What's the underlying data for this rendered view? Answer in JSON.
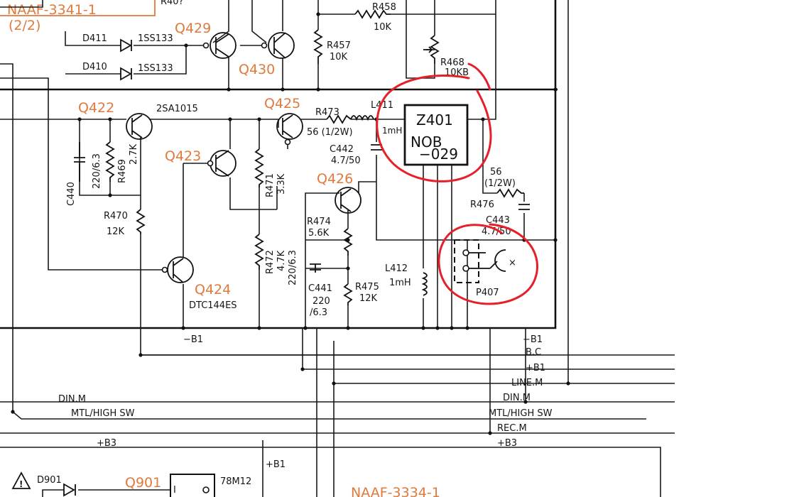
{
  "sheet": {
    "board_top": "NAAF-3341-1",
    "board_top_sub": "(2/2)",
    "board_bottom": "NAAF-3334-1",
    "top_cut": "R40?",
    "colors": {
      "ink": "#111111",
      "ref_orange": "#e07a3c",
      "annotation_red": "#e5202a",
      "paper": "#ffffff"
    }
  },
  "transistors": {
    "q429": "Q429",
    "q430": "Q430",
    "q422": "Q422",
    "q422_type": "2SA1015",
    "q423": "Q423",
    "q424": "Q424",
    "q424_type": "DTC144ES",
    "q425": "Q425",
    "q426": "Q426",
    "q901": "Q901"
  },
  "diodes": {
    "d411": "D411",
    "d411_type": "1SS133",
    "d410": "D410",
    "d410_type": "1SS133",
    "d901": "D901"
  },
  "resistors": {
    "r457": "R457",
    "r457_val": "10K",
    "r458": "R458",
    "r458_val": "10K",
    "r468": "R468",
    "r468_val": "10KB",
    "r469": "R469",
    "r469_val": "2.7K",
    "r470": "R470",
    "r470_val": "12K",
    "r471": "R471",
    "r471_val": "3.3K",
    "r472": "R472",
    "r472_val": "4.7K",
    "r473": "R473",
    "r473_val": "56 (1/2W)",
    "r474": "R474",
    "r474_val": "5.6K",
    "r475": "R475",
    "r475_val": "12K",
    "r476": "R476",
    "r476_val": "56",
    "r476_val2": "(1/2W)"
  },
  "capacitors": {
    "c440": "C440",
    "c440_val": "220/6.3",
    "c441": "C441",
    "c441_val": "220",
    "c441_val2": "/6.3",
    "c442": "C442",
    "c442_val": "4.7/50",
    "c443": "C443",
    "c443_val": "4.7/50",
    "c_unlabeled_val": "220/6.3"
  },
  "inductors": {
    "l411": "L411",
    "l411_val": "1mH",
    "l412": "L412",
    "l412_val": "1mH"
  },
  "module": {
    "ref": "Z401",
    "type": "NOB",
    "type2": "−029"
  },
  "connector": {
    "ref": "P407",
    "mark": "×"
  },
  "regulator": {
    "ref": "78M12",
    "pin": "I"
  },
  "nets": {
    "neg_b1_left": "−B1",
    "neg_b1_right": "−B1",
    "bc": "B.C",
    "pos_b1": "+B1",
    "line_m": "LINE.M",
    "din_m_left": "DIN.M",
    "din_m_right": "DIN.M",
    "mtl_left": "MTL/HIGH SW",
    "mtl_right": "MTL/HIGH SW",
    "rec_m": "REC.M",
    "pos_b3_left": "+B3",
    "pos_b3_right": "+B3",
    "pos_b1_bottom": "+B1"
  }
}
